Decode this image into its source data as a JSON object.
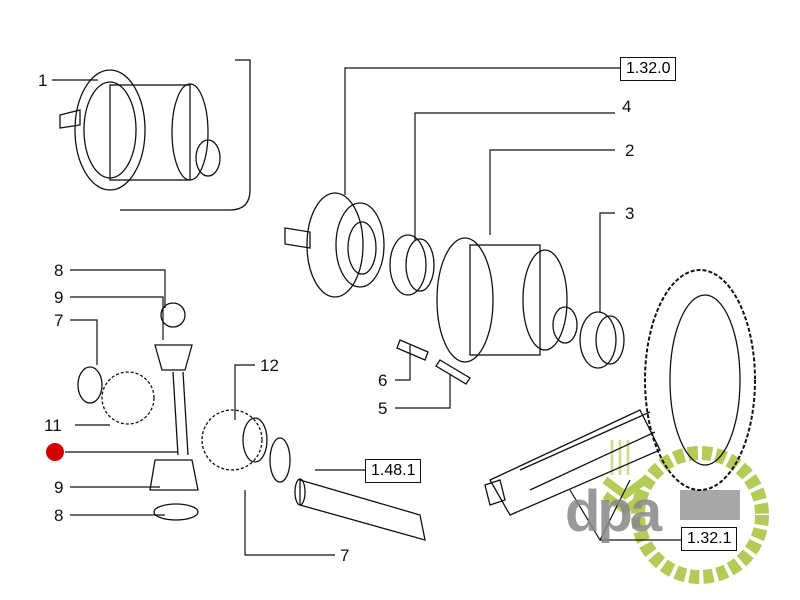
{
  "callouts": {
    "c1": "1",
    "c1320": "1.32.0",
    "c4": "4",
    "c2": "2",
    "c3": "3",
    "c8a": "8",
    "c9a": "9",
    "c7a": "7",
    "c11": "11",
    "c12": "12",
    "c6": "6",
    "c5": "5",
    "c1481": "1.48.1",
    "c9b": "9",
    "c8b": "8",
    "c7b": "7",
    "c1321": "1.32.1"
  },
  "watermark": {
    "text": "dpa"
  },
  "colors": {
    "marker": "#d40000",
    "logo_green": "#a8c23a",
    "logo_gray": "#888888"
  }
}
